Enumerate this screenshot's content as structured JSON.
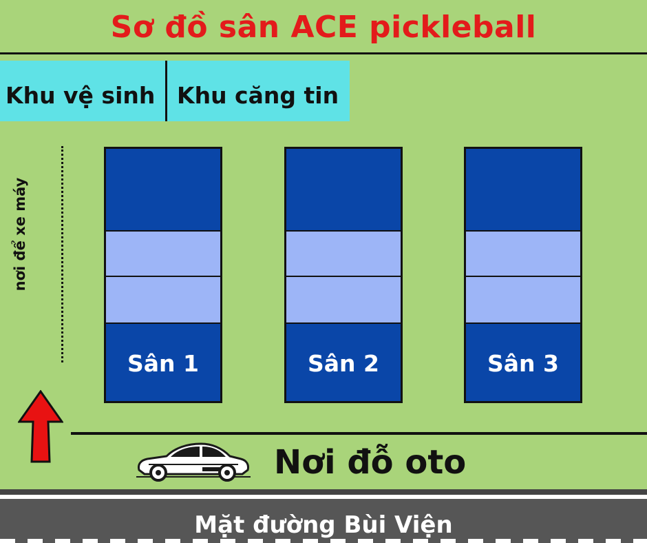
{
  "title": "Sơ đồ sân ACE pickleball",
  "facilities": {
    "restroom": "Khu vệ sinh",
    "canteen": "Khu căng tin"
  },
  "motorbike_parking": "nơi để xe máy",
  "courts": [
    {
      "name": "Sân 1"
    },
    {
      "name": "Sân 2"
    },
    {
      "name": "Sân 3"
    }
  ],
  "car_parking": "Nơi đỗ oto",
  "road": "Mặt đường Bùi Viện",
  "colors": {
    "grass": "#a9d47a",
    "title": "#e31b1b",
    "facility": "#5fe2e6",
    "court": "#0a46a8",
    "kitchen": "#9db5f7",
    "road": "#565656",
    "arrow": "#e81212"
  },
  "icons": {
    "entrance": "red-up-arrow-icon",
    "car": "car-icon"
  }
}
